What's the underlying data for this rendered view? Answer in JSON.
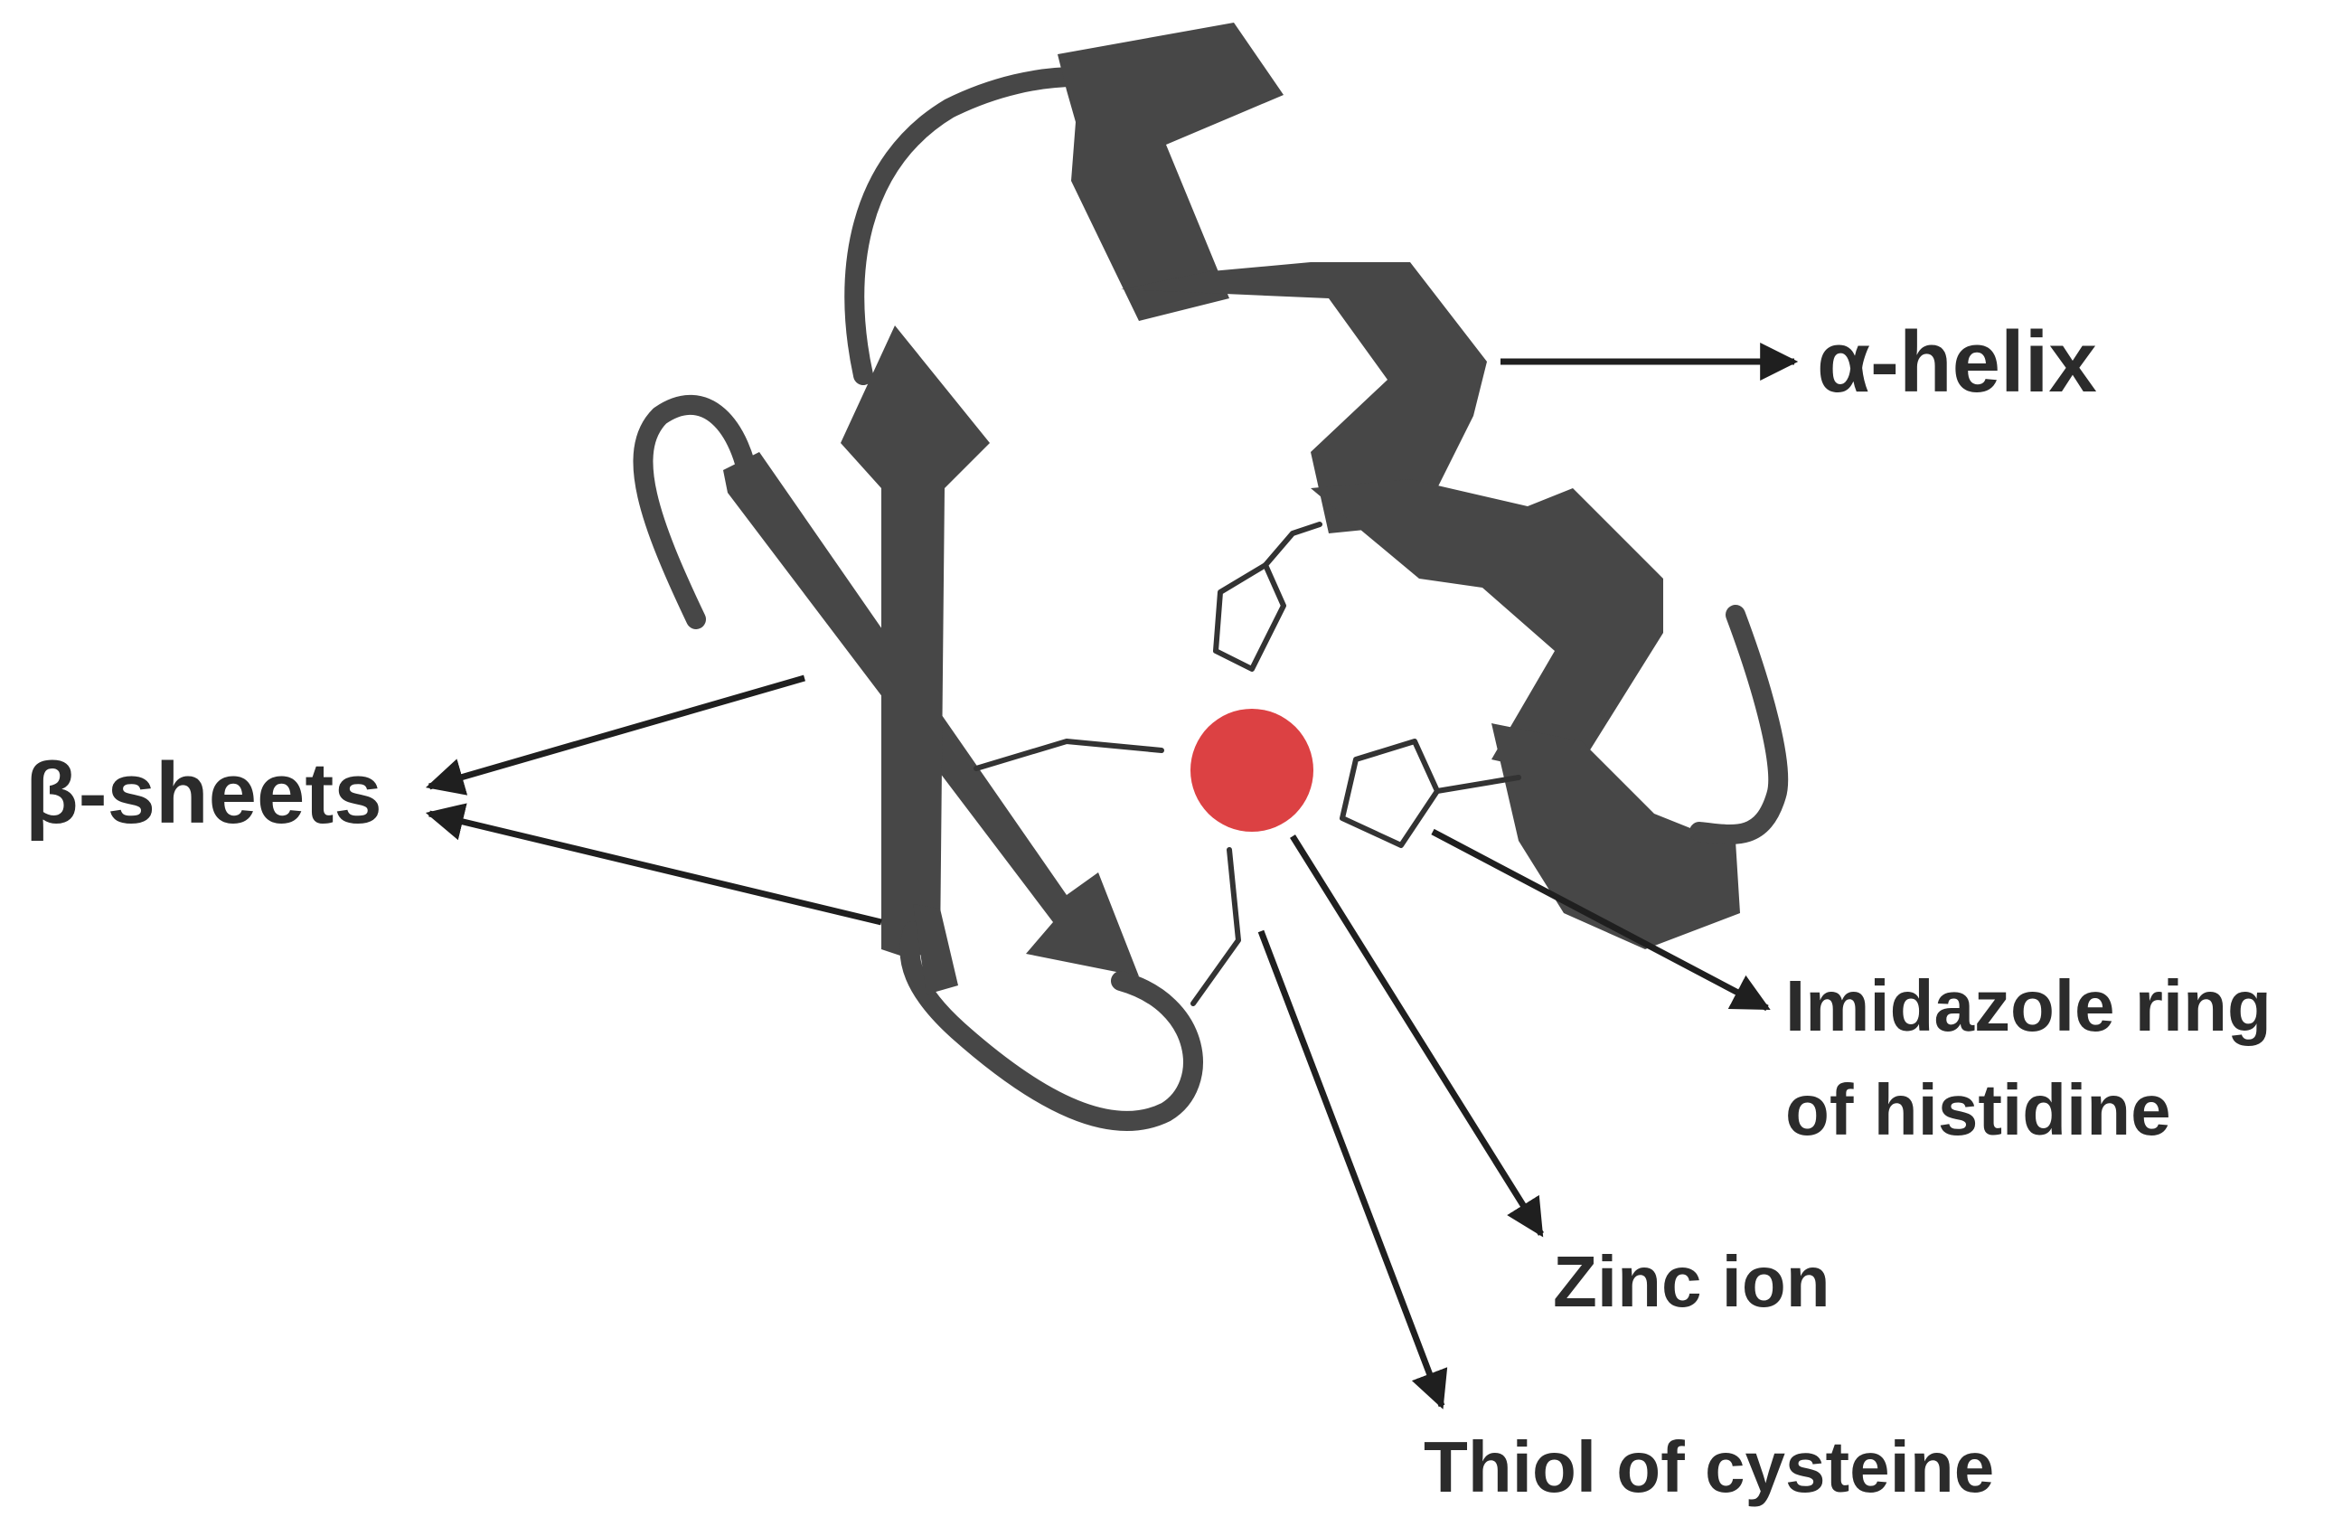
{
  "labels": {
    "helix": "α-helix",
    "sheets": "β-sheets",
    "imidazole_line1": "Imidazole ring",
    "imidazole_line2": "of histidine",
    "zinc": "Zinc ion",
    "thiol": "Thiol of cysteine"
  },
  "colors": {
    "ribbon": "#474747",
    "zinc_ion": "#dc4143",
    "text": "#2b2b2b",
    "pointer": "#1f1f1f"
  }
}
